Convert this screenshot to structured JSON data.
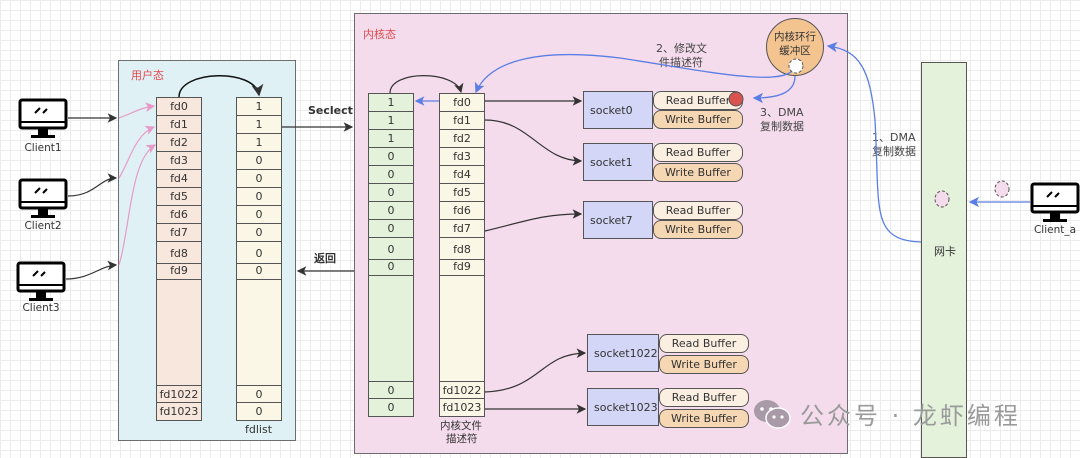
{
  "regions": {
    "user_title": "用户态",
    "kernel_title": "内核态",
    "nic_label": "网卡"
  },
  "clients": [
    {
      "label": "Client1"
    },
    {
      "label": "Client2"
    },
    {
      "label": "Client3"
    }
  ],
  "remote_client": {
    "label": "Client_a"
  },
  "user_fd_column": {
    "cells": [
      "fd0",
      "fd1",
      "fd2",
      "fd3",
      "fd4",
      "fd5",
      "fd6",
      "fd7",
      "fd8",
      "fd9",
      "fd1022",
      "fd1023"
    ]
  },
  "fdlist_column": {
    "caption": "fdlist",
    "cells": [
      "1",
      "1",
      "1",
      "0",
      "0",
      "0",
      "0",
      "0",
      "0",
      "0",
      "0",
      "0"
    ]
  },
  "kernel_bitmap_column": {
    "cells": [
      "1",
      "1",
      "1",
      "0",
      "0",
      "0",
      "0",
      "0",
      "0",
      "0",
      "0",
      "0"
    ]
  },
  "kernel_fd_column": {
    "caption_line1": "内核文件",
    "caption_line2": "描述符",
    "cells": [
      "fd0",
      "fd1",
      "fd2",
      "fd3",
      "fd4",
      "fd5",
      "fd6",
      "fd7",
      "fd8",
      "fd9",
      "fd1022",
      "fd1023"
    ]
  },
  "arrows": {
    "select_label": "Seclect",
    "return_label": "返回"
  },
  "sockets": [
    {
      "name": "socket0",
      "read": "Read Buffer",
      "write": "Write Buffer"
    },
    {
      "name": "socket1",
      "read": "Read Buffer",
      "write": "Write Buffer"
    },
    {
      "name": "socket7",
      "read": "Read Buffer",
      "write": "Write Buffer"
    },
    {
      "name": "socket1022",
      "read": "Read Buffer",
      "write": "Write Buffer"
    },
    {
      "name": "socket1023",
      "read": "Read Buffer",
      "write": "Write Buffer"
    }
  ],
  "ring_buffer": {
    "line1": "内核环行",
    "line2": "缓冲区"
  },
  "steps": {
    "step1_line1": "1、DMA",
    "step1_line2": "复制数据",
    "step2_line1": "2、修改文",
    "step2_line2": "件描述符",
    "step3_line1": "3、DMA",
    "step3_line2": "复制数据"
  },
  "watermark": {
    "text": "公众号 · 龙虾编程"
  },
  "colors": {
    "user_bg": "#dff1f5",
    "kernel_bg": "#f4dcec",
    "nic_bg": "#e4f2db",
    "title_red": "#e2484d",
    "blue_arrow": "#5b7ee5",
    "pink_arrow": "#e79ac8",
    "data_dot": "#d9534f"
  }
}
